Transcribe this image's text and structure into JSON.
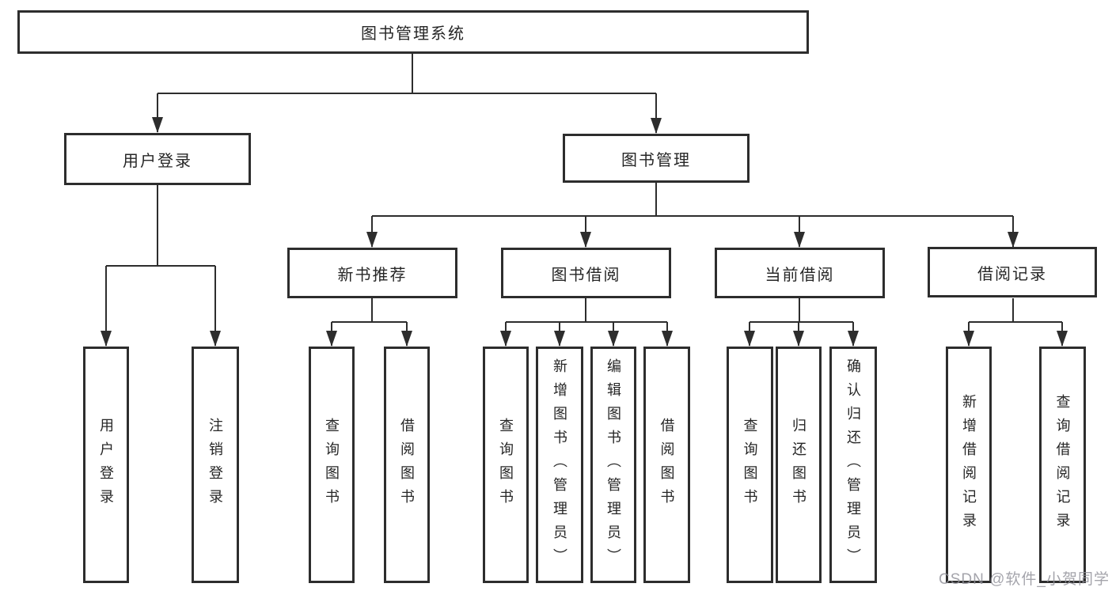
{
  "colors": {
    "background": "#ffffff",
    "line": "#2d2d2d",
    "box_border": "#2d2d2d",
    "text": "#262626",
    "watermark": "#9090a0"
  },
  "tree": {
    "root": {
      "label": "图书管理系统"
    },
    "branches": [
      {
        "label": "用户登录",
        "children": [
          {
            "label": "用户登录"
          },
          {
            "label": "注销登录"
          }
        ]
      },
      {
        "label": "图书管理",
        "groups": [
          {
            "label": "新书推荐",
            "children": [
              {
                "label": "查询图书"
              },
              {
                "label": "借阅图书"
              }
            ]
          },
          {
            "label": "图书借阅",
            "children": [
              {
                "label": "查询图书"
              },
              {
                "label": "新增图书（管理员）"
              },
              {
                "label": "编辑图书（管理员）"
              },
              {
                "label": "借阅图书"
              }
            ]
          },
          {
            "label": "当前借阅",
            "children": [
              {
                "label": "查询图书"
              },
              {
                "label": "归还图书"
              },
              {
                "label": "确认归还（管理员）"
              }
            ]
          },
          {
            "label": "借阅记录",
            "children": [
              {
                "label": "新增借阅记录"
              },
              {
                "label": "查询借阅记录"
              }
            ]
          }
        ]
      }
    ]
  },
  "watermark": {
    "text": "CSDN @软件_小贺同学"
  }
}
